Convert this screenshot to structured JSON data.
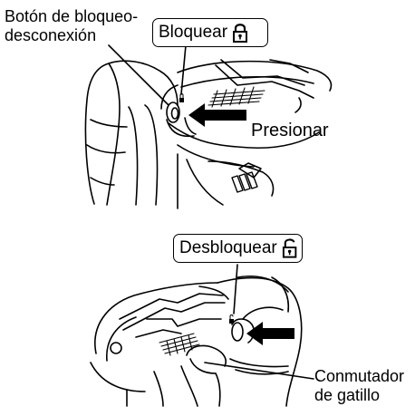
{
  "labels": {
    "lock_off_button": "Botón de bloqueo-\ndesconexión",
    "lock_off_button_line1": "Botón de bloqueo-",
    "lock_off_button_line2": "desconexión",
    "lock": "Bloquear",
    "press": "Presionar",
    "unlock": "Desbloquear",
    "trigger_switch_line1": "Conmutador",
    "trigger_switch_line2": "de gatillo"
  },
  "icons": {
    "lock": "padlock-closed-icon",
    "unlock": "padlock-open-icon"
  },
  "colors": {
    "ink": "#000000",
    "background": "#ffffff"
  }
}
